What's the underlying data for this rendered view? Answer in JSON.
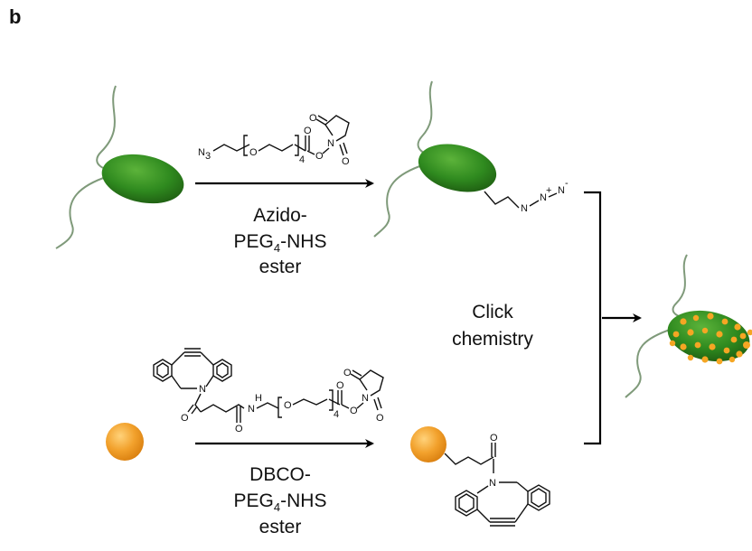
{
  "panel_label": "b",
  "top_reaction": {
    "reagent_lines": [
      "Azido-",
      "PEG",
      "-NHS",
      "ester"
    ],
    "reagent_subscript": "4",
    "structure_atoms": {
      "azide_group": "N",
      "azide_subscript": "3",
      "ether_o": "O",
      "ester_o": "O",
      "carbonyl_o": "O",
      "nhs_n": "N",
      "nhs_o_top": "O",
      "nhs_o_bottom": "O",
      "repeat": "4"
    },
    "product_azide": {
      "n1": "N",
      "n2": "N",
      "n3": "N",
      "plus": "+",
      "minus": "-"
    }
  },
  "bottom_reaction": {
    "reagent_lines": [
      "DBCO-",
      "PEG",
      "-NHS",
      "ester"
    ],
    "reagent_subscript": "4",
    "structure_atoms": {
      "ring_n": "N",
      "amide_o": "O",
      "amide_nh": "N",
      "amide_h": "H",
      "ether_o": "O",
      "ester_o": "O",
      "carbonyl_o": "O",
      "nhs_n": "N",
      "nhs_o_top": "O",
      "nhs_o_bottom": "O",
      "repeat": "4"
    },
    "product_atoms": {
      "carbonyl_o": "O",
      "ring_n": "N"
    }
  },
  "center_label": [
    "Click",
    "chemistry"
  ],
  "colors": {
    "bacterium": "#2f8a1f",
    "bacterium_dark": "#1f5e12",
    "flagellum": "#7f9a7a",
    "bead": "#f2a12c",
    "bead_dark": "#d97f0f"
  }
}
